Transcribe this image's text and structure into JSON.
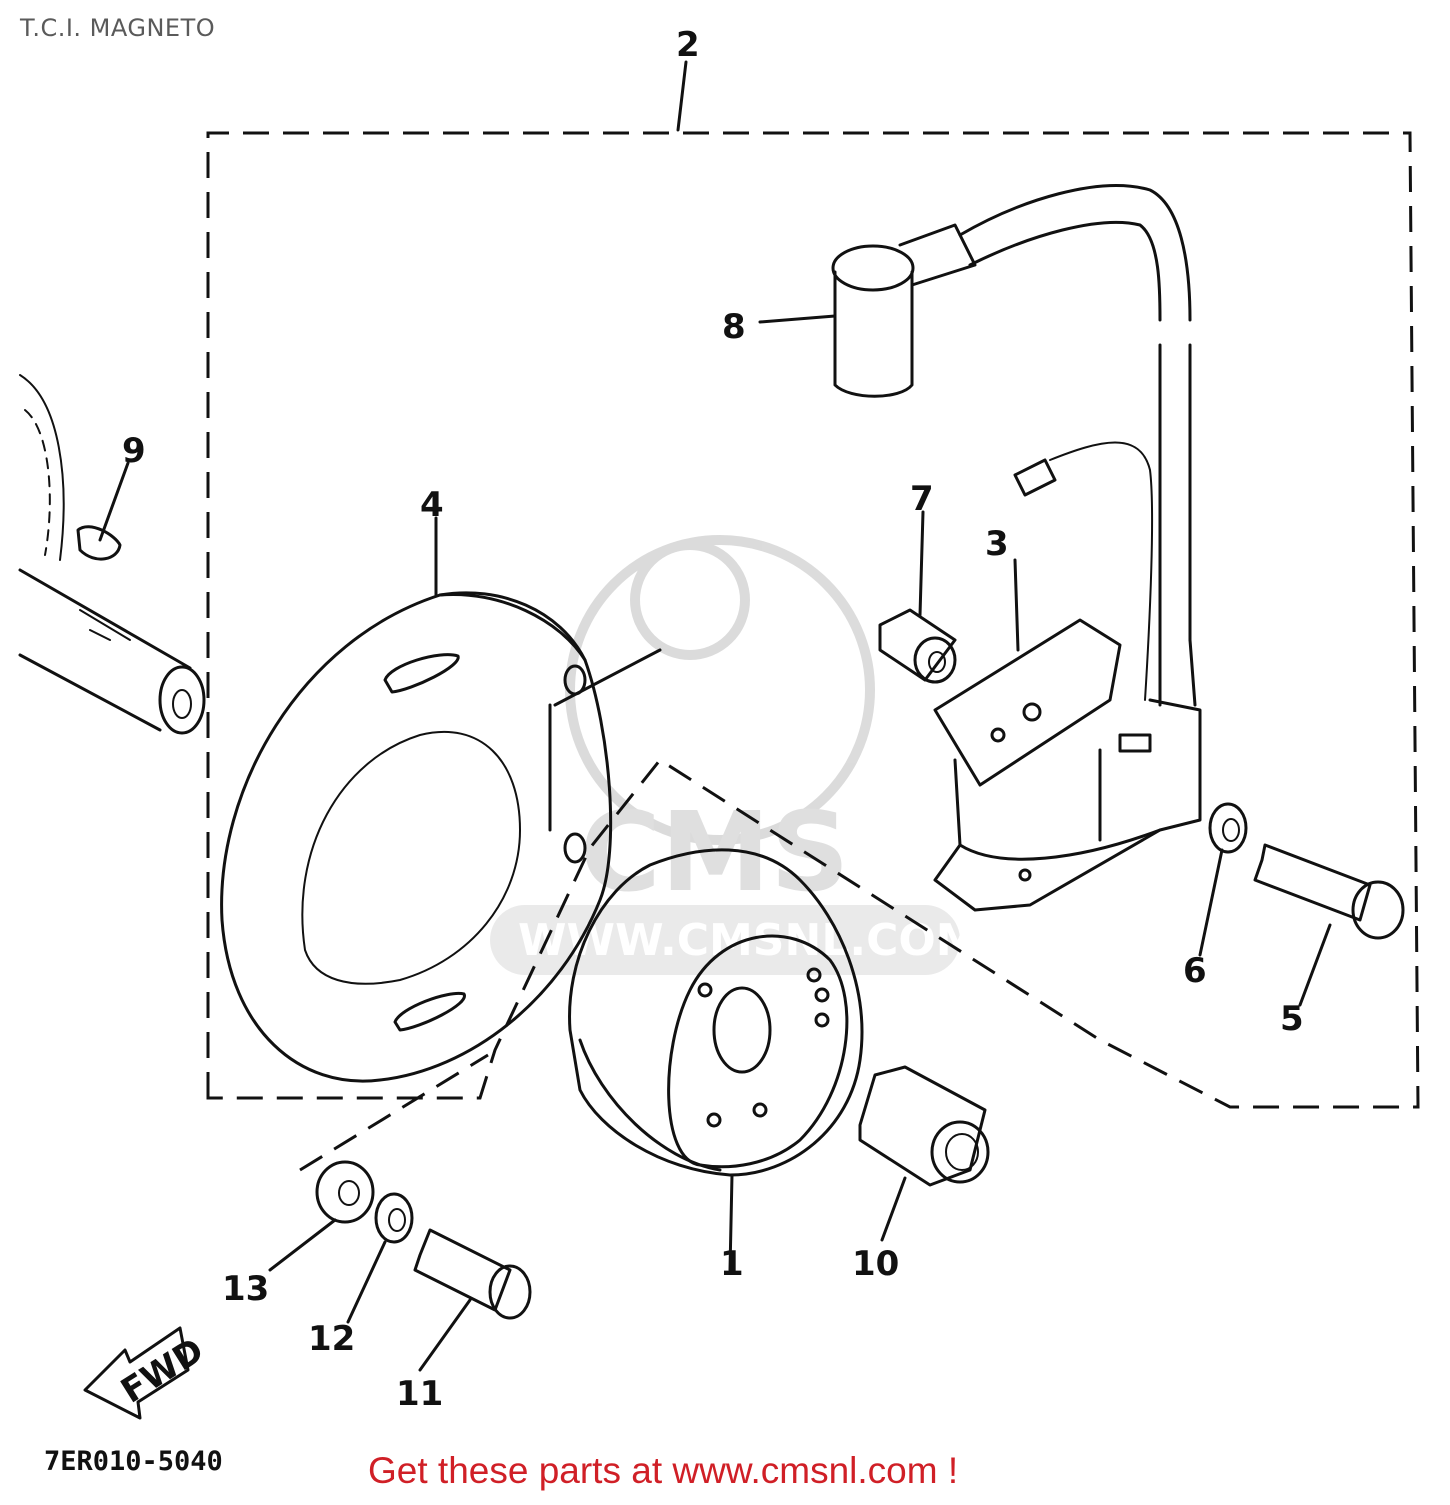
{
  "title": "T.C.I. MAGNETO",
  "drawing_code": "7ER010-5040",
  "footer_link": "Get these parts at www.cmsnl.com !",
  "watermark": {
    "logo_text": "CMS",
    "url_text": "WWW.CMSNL.COM"
  },
  "direction_arrow": "FWD",
  "callouts": {
    "c1": "1",
    "c2": "2",
    "c3": "3",
    "c4": "4",
    "c5": "5",
    "c6": "6",
    "c7": "7",
    "c8": "8",
    "c9": "9",
    "c10": "10",
    "c11": "11",
    "c12": "12",
    "c13": "13"
  }
}
